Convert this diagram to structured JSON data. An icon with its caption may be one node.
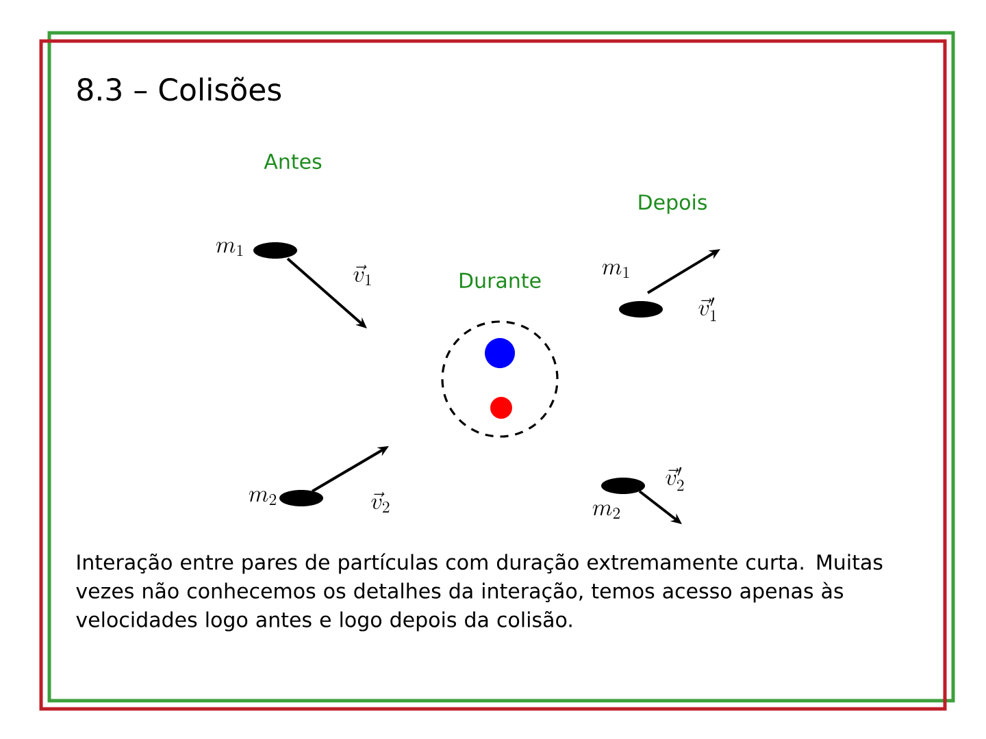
{
  "diagram": {
    "title": "8.3 – Colisões",
    "labels": [
      "Antes",
      "Depois",
      "m_1",
      "\\vec{v}_1",
      "Durante",
      "m_1",
      "\\vec{v}_1'",
      "\\vec{v}_2'",
      "m_2",
      "\\vec{v}_2",
      "m_2"
    ],
    "caption": "Interação entre pares de partículas com duração extremamente curta. Muitas vezes não conhecemos os detalhes da interação, temos acesso apenas às velocidades logo antes e logo depois da colisão."
  }
}
